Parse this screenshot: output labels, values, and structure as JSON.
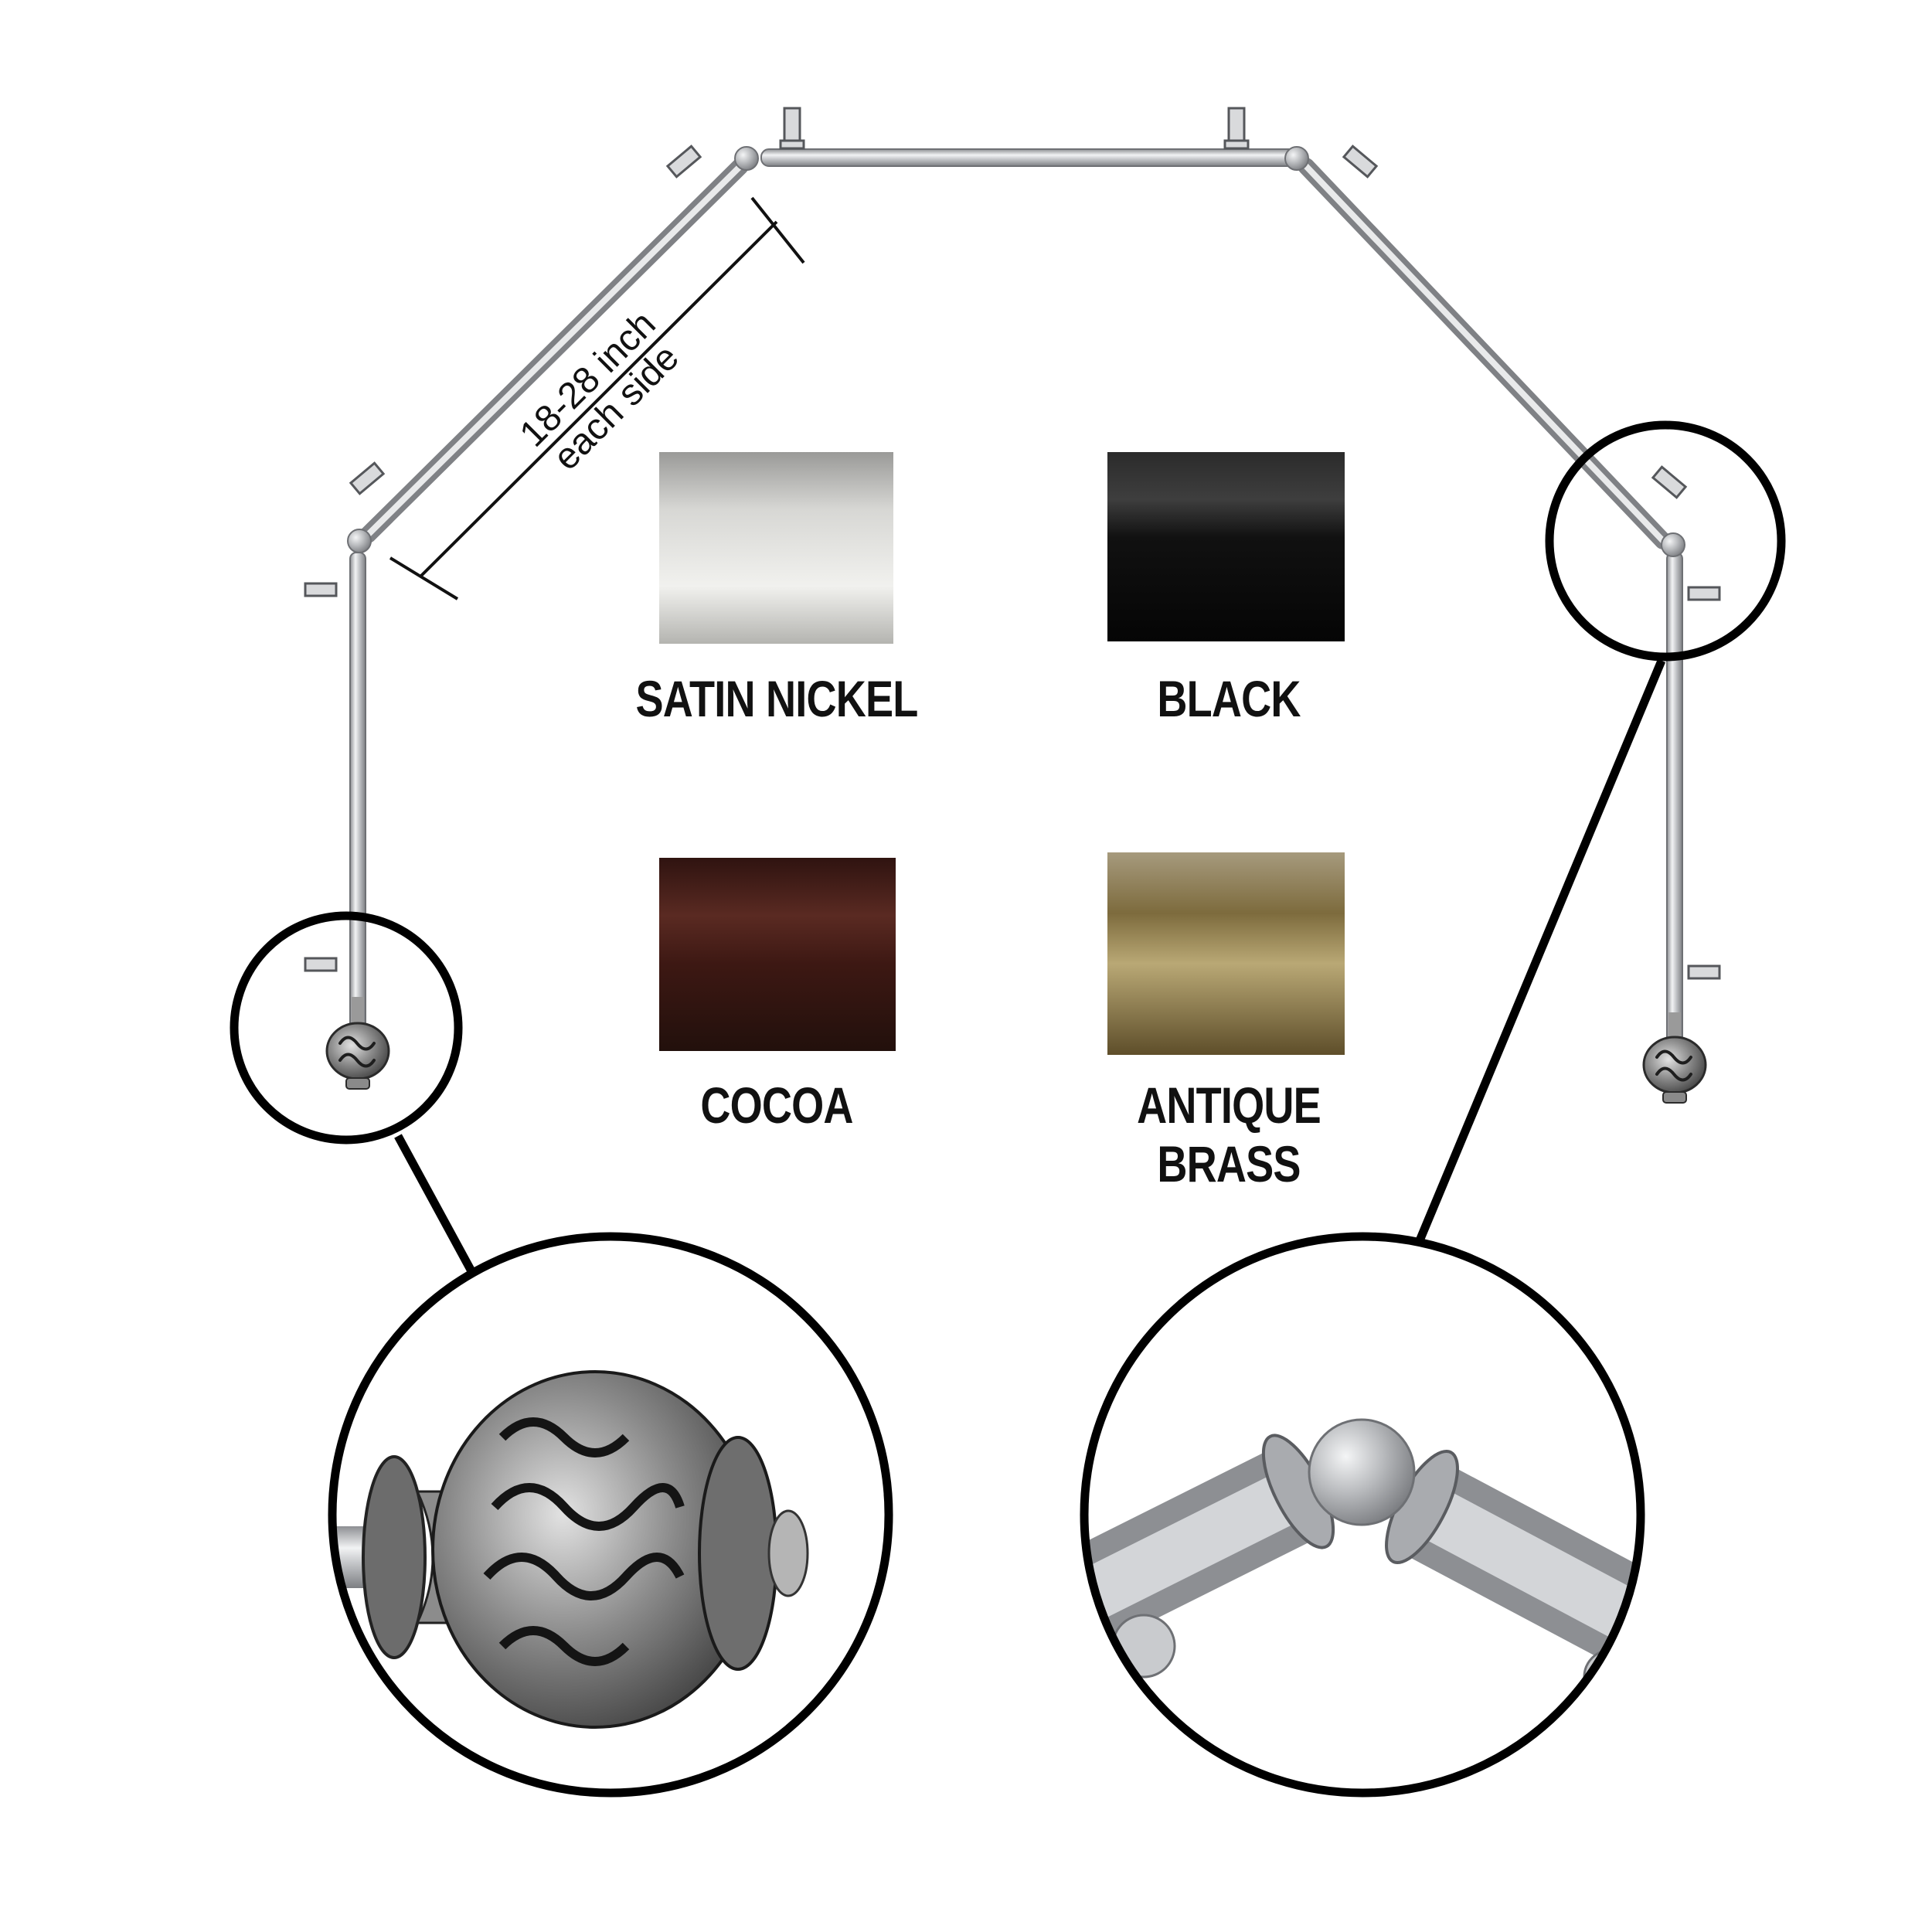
{
  "measurement": {
    "line1": "18-28 inch",
    "line2": "each side"
  },
  "finishes": [
    {
      "label": "SATIN NICKEL",
      "color": "#c9c9c6"
    },
    {
      "label": "BLACK",
      "color": "#111111"
    },
    {
      "label": "COCOA",
      "color": "#3f1a14"
    },
    {
      "label": "ANTIQUE BRASS",
      "color": "#8f7c4f"
    }
  ],
  "colors": {
    "rod": "#bfc0c2",
    "outline": "#000000"
  },
  "icons": {
    "finial": "finial-icon",
    "elbow": "elbow-joint-icon"
  }
}
